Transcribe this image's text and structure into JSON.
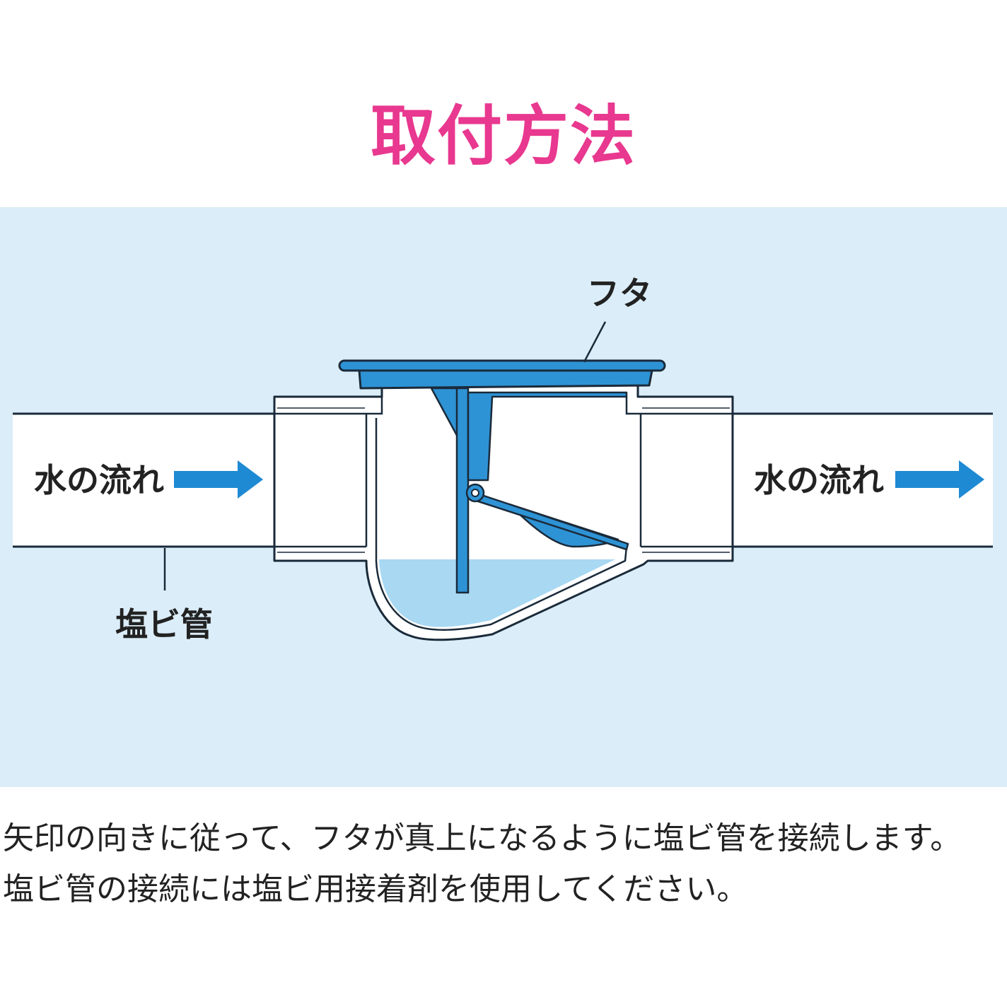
{
  "title": "取付方法",
  "labels": {
    "lid": "フタ",
    "flow_in": "水の流れ",
    "flow_out": "水の流れ",
    "pipe": "塩ビ管"
  },
  "caption": {
    "line1": "矢印の向きに従って、フタが真上になるように塩ビ管を接続します。",
    "line2": "塩ビ管の接続には塩ビ用接着剤を使用してください。"
  },
  "colors": {
    "title": "#e8388f",
    "panel_bg": "#dbedf8",
    "part_blue": "#2e93d5",
    "water": "#a8d8f2",
    "outline": "#1a2a3a",
    "arrow": "#1e8ad3"
  }
}
